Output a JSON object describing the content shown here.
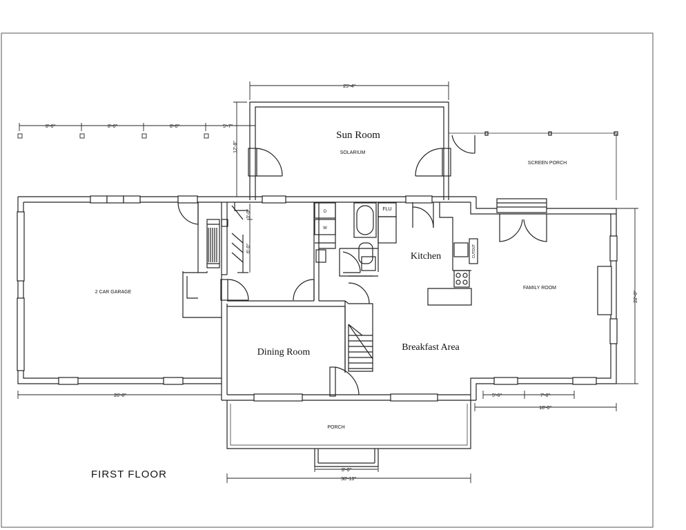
{
  "title": "FIRST FLOOR",
  "rooms": {
    "sun_room": "Sun Room",
    "solarium": "SOLARIUM",
    "screen_porch": "SCREEN PORCH",
    "kitchen": "Kitchen",
    "family_room": "FAMILY ROOM",
    "garage": "2 CAR GARAGE",
    "dining_room": "Dining Room",
    "breakfast_area": "Breakfast Area",
    "porch": "PORCH"
  },
  "fixtures": {
    "flu": "FLU",
    "washer": "W",
    "dryer": "D",
    "cutout": "CUTOUT"
  },
  "dimensions": {
    "sun_room_width": "25'-4\"",
    "sun_room_depth": "12'-8\"",
    "scale_1": "8'-0\"",
    "scale_2": "8'-0\"",
    "scale_3": "8'-0\"",
    "scale_4": "5'-7\"",
    "closet_1": "3'-0\"",
    "closet_2": "6'-0\"",
    "family_depth": "22'-0\"",
    "garage_width": "26'-0\"",
    "win_1": "5'-6\"",
    "win_2": "7'-0\"",
    "family_width": "18'-0\"",
    "porch_step": "8'-0\"",
    "porch_width": "30'-10\""
  }
}
